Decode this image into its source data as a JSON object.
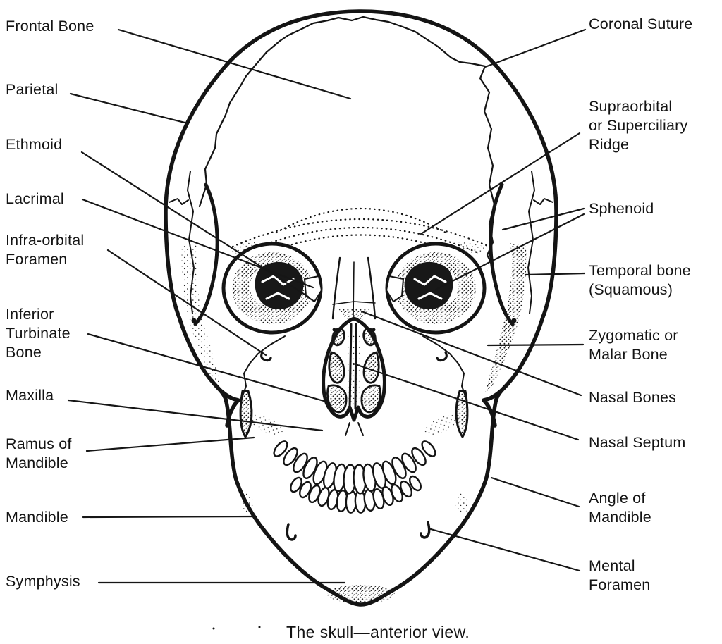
{
  "style": {
    "ink": "#141414",
    "paper": "#ffffff"
  },
  "caption": "The skull—anterior view.",
  "labels": {
    "frontal_bone": "Frontal Bone",
    "parietal": "Parietal",
    "ethmoid": "Ethmoid",
    "lacrimal": "Lacrimal",
    "infra_orbital_foramen": "Infra-orbital\nForamen",
    "inferior_turbinate_bone": "Inferior\nTurbinate\nBone",
    "maxilla": "Maxilla",
    "ramus_of_mandible": "Ramus of\nMandible",
    "mandible": "Mandible",
    "symphysis": "Symphysis",
    "coronal_suture": "Coronal Suture",
    "supraorbital_ridge": "Supraorbital\nor Superciliary\nRidge",
    "sphenoid": "Sphenoid",
    "temporal_bone": "Temporal bone\n(Squamous)",
    "zygomatic_bone": "Zygomatic or\nMalar Bone",
    "nasal_bones": "Nasal Bones",
    "nasal_septum": "Nasal Septum",
    "angle_of_mandible": "Angle of\nMandible",
    "mental_foramen": "Mental\nForamen"
  }
}
